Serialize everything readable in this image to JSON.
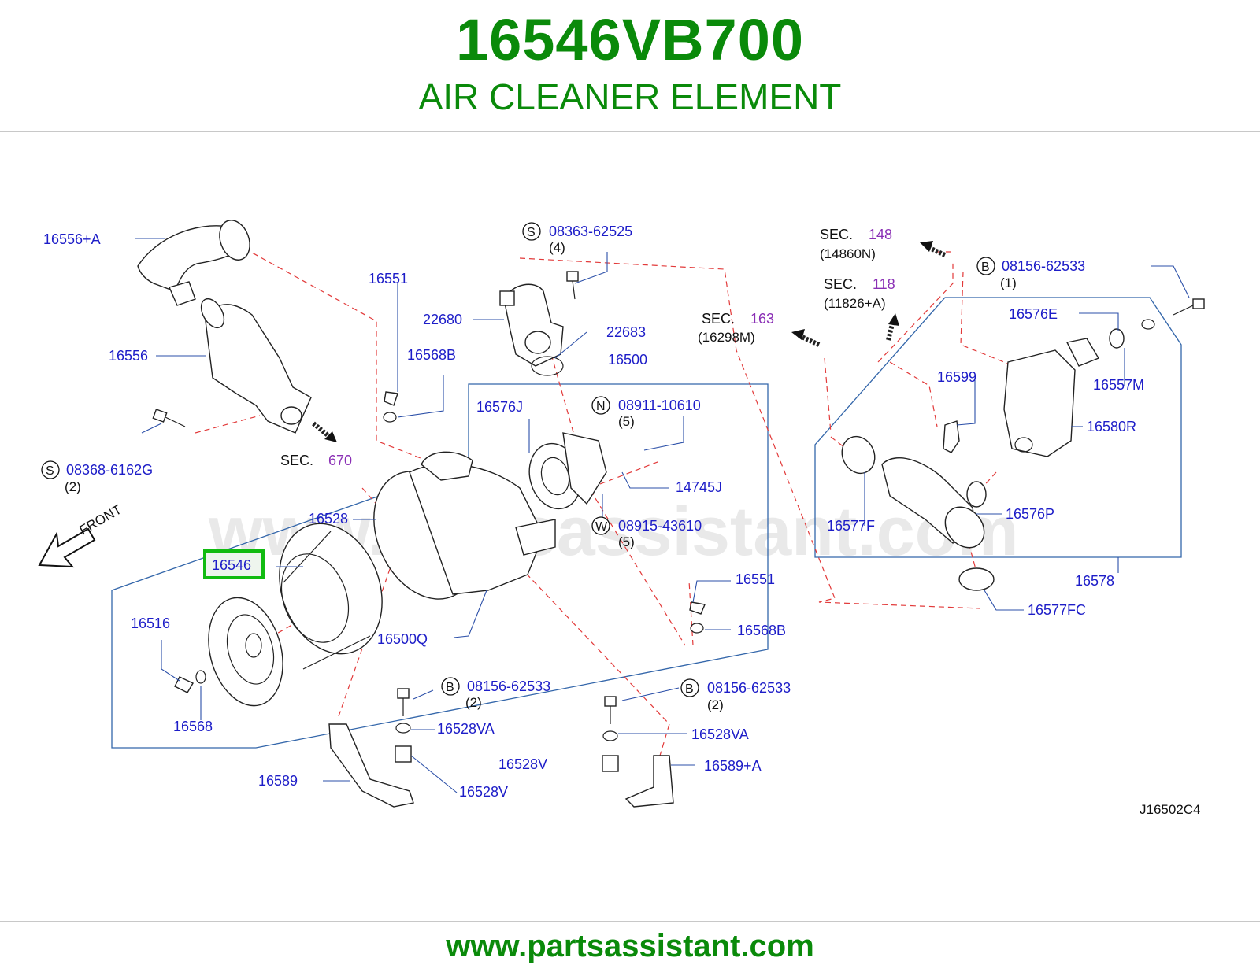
{
  "header": {
    "part_number": "16546VB700",
    "part_name": "AIR CLEANER ELEMENT"
  },
  "footer": {
    "url": "www.partsassistant.com"
  },
  "diagram": {
    "watermark": "www.partsassistant.com",
    "code": "J16502C4",
    "front_label": "FRONT",
    "highlighted_part": "16546",
    "labels": {
      "p16556A": "16556+A",
      "p16556": "16556",
      "p16551a": "16551",
      "p16568Ba": "16568B",
      "p22680": "22680",
      "p22683": "22683",
      "p16500": "16500",
      "p16576J": "16576J",
      "p14745J": "14745J",
      "p16528": "16528",
      "p16546": "16546",
      "p16516": "16516",
      "p16568": "16568",
      "p16500Q": "16500Q",
      "p16551b": "16551",
      "p16568Bb": "16568B",
      "p16528VAa": "16528VA",
      "p16528Va": "16528V",
      "p16589": "16589",
      "p16528Vb": "16528V",
      "p16528VAb": "16528VA",
      "p16589A": "16589+A",
      "p16576E": "16576E",
      "p16557M": "16557M",
      "p16580R": "16580R",
      "p16599": "16599",
      "p16577F": "16577F",
      "p16576P": "16576P",
      "p16578": "16578",
      "p16577FC": "16577FC"
    },
    "fasteners": [
      {
        "letter": "S",
        "number": "08368-6162G",
        "qty": "(2)"
      },
      {
        "letter": "S",
        "number": "08363-62525",
        "qty": "(4)"
      },
      {
        "letter": "N",
        "number": "08911-10610",
        "qty": "(5)"
      },
      {
        "letter": "W",
        "number": "08915-43610",
        "qty": "(5)"
      },
      {
        "letter": "B",
        "number": "08156-62533",
        "qty": "(2)"
      },
      {
        "letter": "B",
        "number": "08156-62533",
        "qty": "(2)"
      },
      {
        "letter": "B",
        "number": "08156-62533",
        "qty": "(1)"
      }
    ],
    "sections": [
      {
        "prefix": "SEC.",
        "num": "670",
        "sub": ""
      },
      {
        "prefix": "SEC.",
        "num": "163",
        "sub": "(16298M)"
      },
      {
        "prefix": "SEC.",
        "num": "148",
        "sub": "(14860N)"
      },
      {
        "prefix": "SEC.",
        "num": "118",
        "sub": "(11826+A)"
      }
    ]
  }
}
